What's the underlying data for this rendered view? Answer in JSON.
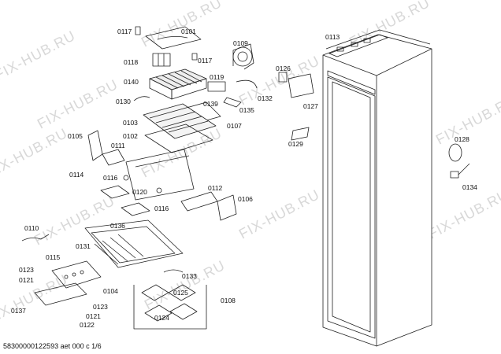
{
  "watermark": "FIX-HUB.RU",
  "footer": "58300000122593 aet 000 c 1/6",
  "part_labels": [
    "0117",
    "0101",
    "0118",
    "0117",
    "0109",
    "0140",
    "0119",
    "0126",
    "0113",
    "0130",
    "0139",
    "0132",
    "0135",
    "0127",
    "0103",
    "0107",
    "0102",
    "0105",
    "0111",
    "0129",
    "0128",
    "0114",
    "0116",
    "0120",
    "0112",
    "0106",
    "0116",
    "0134",
    "0110",
    "0136",
    "0131",
    "0115",
    "0123",
    "0121",
    "0133",
    "0104",
    "0137",
    "0123",
    "0121",
    "0122",
    "0125",
    "0108",
    "0124"
  ]
}
